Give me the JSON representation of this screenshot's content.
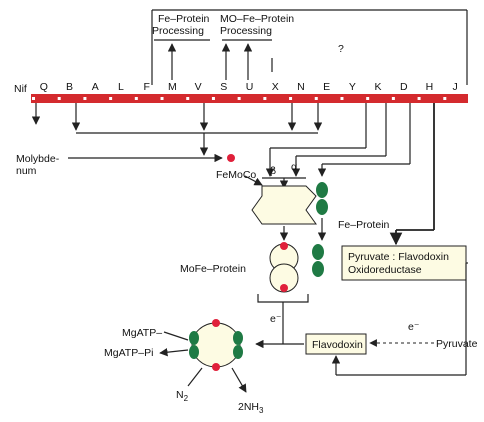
{
  "operon": {
    "prefix": "Nif",
    "genes": [
      "Q",
      "B",
      "A",
      "L",
      "F",
      "M",
      "V",
      "S",
      "U",
      "X",
      "N",
      "E",
      "Y",
      "K",
      "D",
      "H",
      "J"
    ]
  },
  "labels": {
    "fe_protein_processing": [
      "Fe–Protein",
      "Processing"
    ],
    "mo_fe_protein_processing": [
      "MO–Fe–Protein",
      "Processing"
    ],
    "question_mark": "?",
    "molybdenum": [
      "Molybde-",
      "num"
    ],
    "femoco": "FeMoCo",
    "beta": "β",
    "alpha": "α",
    "fe_protein": "Fe–Protein",
    "mofe_protein": "MoFe–Protein",
    "pyruvate_oxidoreductase": [
      "Pyruvate : Flavodoxin",
      "Oxidoreductase"
    ],
    "electron_left": "e⁻",
    "electron_right": "e⁻",
    "flavodoxin": "Flavodoxin",
    "pyruvate": "Pyruvate",
    "mgatp": "MgATP–",
    "mgatp_pi": "MgATP–Pi",
    "n2": "N",
    "n2_sub": "2",
    "nh3": "2NH",
    "nh3_sub": "3"
  },
  "colors": {
    "gene_bar": "#d42a2e",
    "metal_dot": "#e0203a",
    "fe_protein_fill": "#1f7a44",
    "box_fill": "#fdfbe3"
  }
}
